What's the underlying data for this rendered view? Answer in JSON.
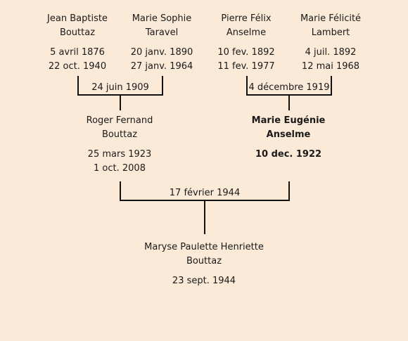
{
  "people": {
    "p1": {
      "name1": "Jean Baptiste",
      "name2": "Bouttaz",
      "birth": "5 avril 1876",
      "death": "22 oct. 1940"
    },
    "p2": {
      "name1": "Marie Sophie",
      "name2": "Taravel",
      "birth": "20 janv. 1890",
      "death": "27 janv. 1964"
    },
    "p3": {
      "name1": "Pierre Félix",
      "name2": "Anselme",
      "birth": "10 fev. 1892",
      "death": "11 fev. 1977"
    },
    "p4": {
      "name1": "Marie Félicité",
      "name2": "Lambert",
      "birth": "4 juil. 1892",
      "death": "12 mai 1968"
    },
    "p5": {
      "name1": "Roger Fernand",
      "name2": "Bouttaz",
      "birth": "25 mars 1923",
      "death": "1 oct. 2008"
    },
    "p6": {
      "name1": "Marie Eugénie",
      "name2": "Anselme",
      "birth": "10 dec. 1922",
      "death": ""
    },
    "p7": {
      "name1": "Maryse Paulette Henriette",
      "name2": "Bouttaz",
      "birth": "23 sept. 1944",
      "death": ""
    }
  },
  "marriages": {
    "m1": "24 juin 1909",
    "m2": "4 décembre 1919",
    "m3": "17 février 1944"
  }
}
